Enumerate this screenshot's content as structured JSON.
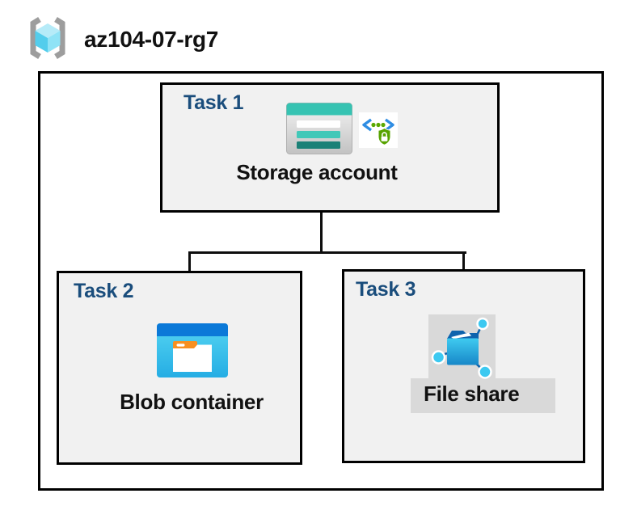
{
  "header": {
    "resource_group_name": "az104-07-rg7",
    "icon": "resource-group-icon"
  },
  "tasks": [
    {
      "label": "Task 1",
      "item": "Storage account",
      "icons": [
        "storage-account-icon",
        "sas-secure-access-icon"
      ]
    },
    {
      "label": "Task 2",
      "item": "Blob container",
      "icons": [
        "blob-container-icon"
      ]
    },
    {
      "label": "Task 3",
      "item": "File share",
      "icons": [
        "file-share-icon"
      ]
    }
  ],
  "colors": {
    "task_label": "#1a4d7c",
    "task_box_fill": "#f1f1f1",
    "outline": "#000000",
    "storage_teal": "#36c3b2",
    "storage_teal_dark": "#1b8177",
    "blob_blue": "#0b79d8",
    "blob_cyan": "#35c9f2",
    "file_navy": "#0e63ad",
    "sas_green": "#57a300",
    "sas_blue": "#2f8de3",
    "folder_tab_orange": "#f78f20",
    "file_share_bg_gray": "#d9d9d9",
    "rg_bracket_gray": "#9d9d9d"
  }
}
